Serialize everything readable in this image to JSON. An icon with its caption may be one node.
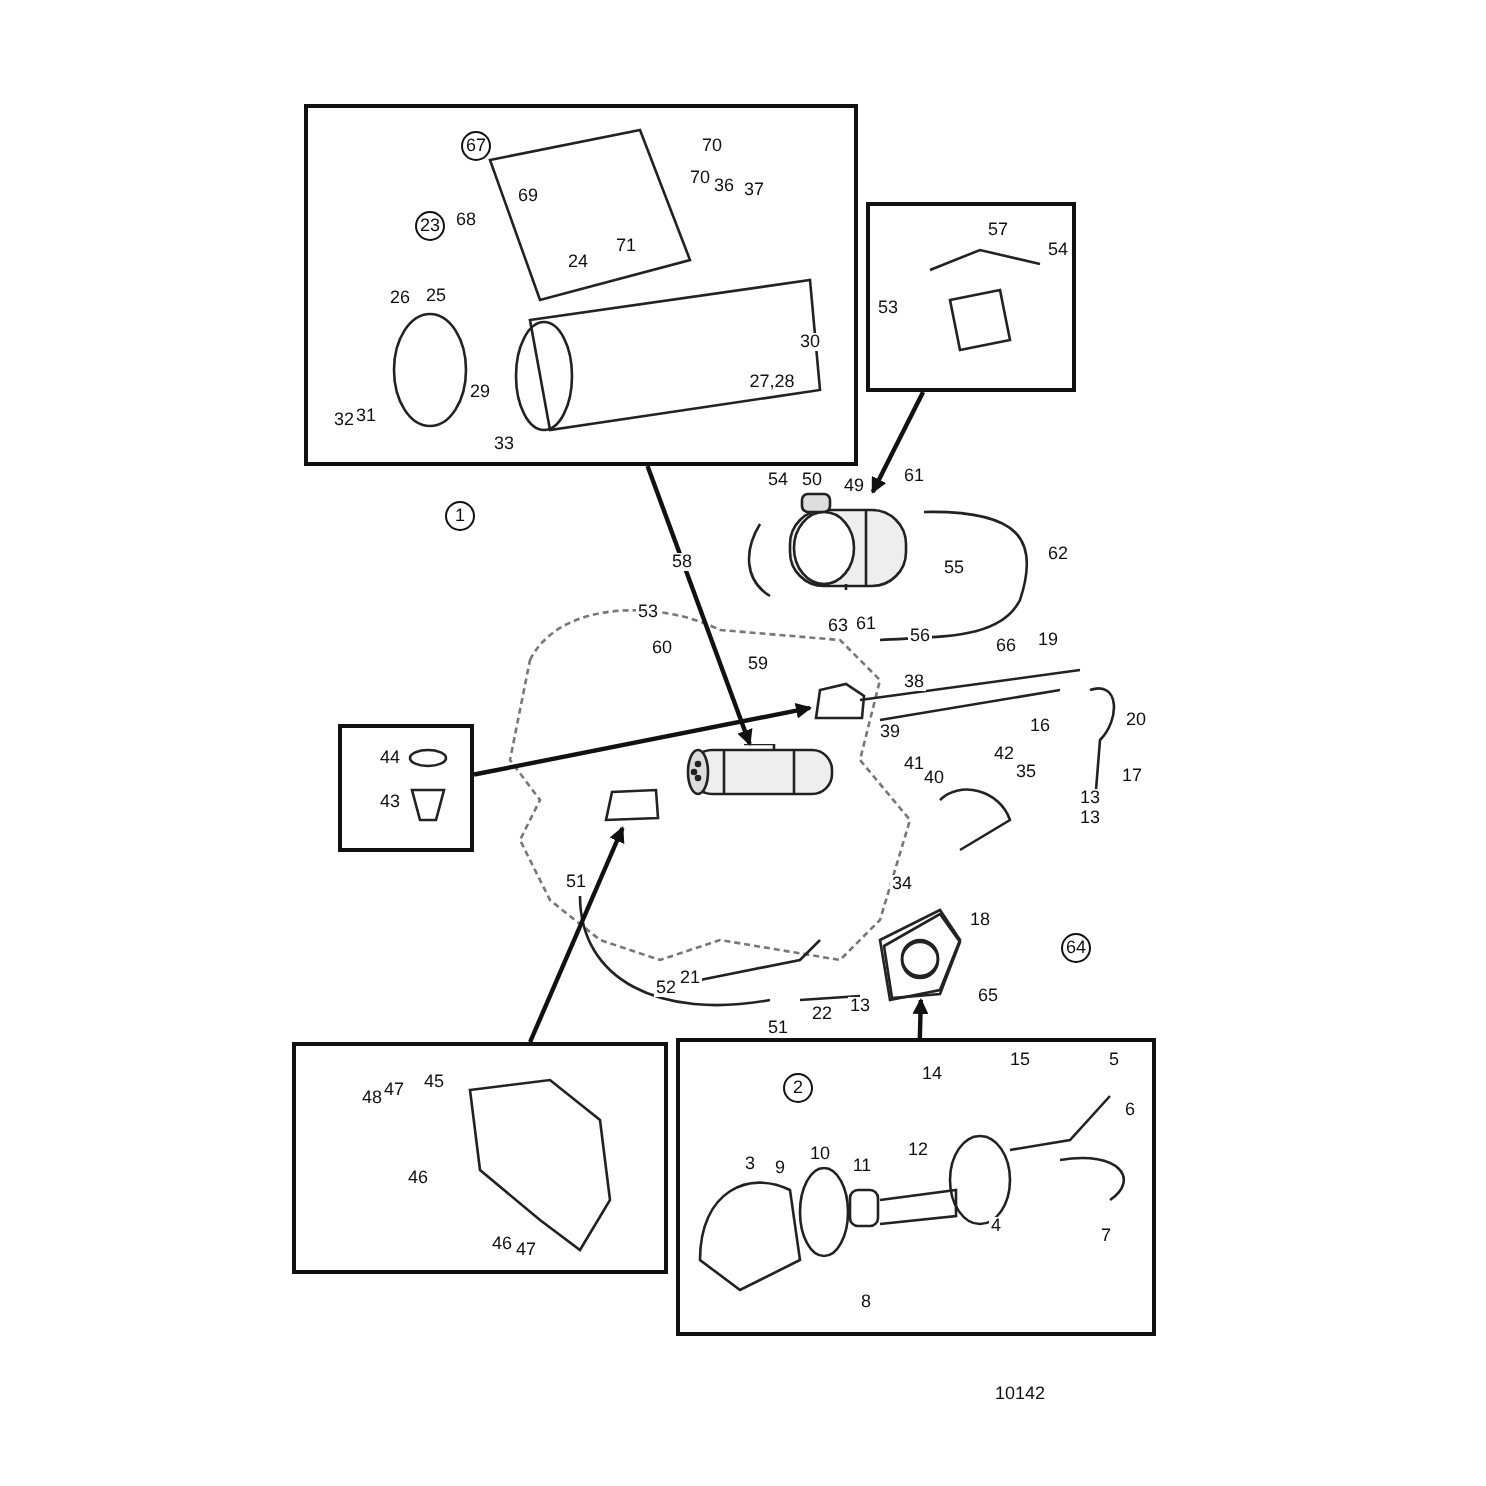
{
  "diagram": {
    "nodes": [
      {
        "text": [],
        "shape": "box"
      },
      {
        "text": [],
        "shape": "box"
      },
      {
        "text": [],
        "shape": "box"
      },
      {
        "text": [],
        "shape": "box"
      },
      {
        "text": [],
        "shape": "box"
      },
      {
        "text": [],
        "shape": "picture"
      },
      {
        "text": [],
        "shape": "picture"
      },
      {
        "text": [],
        "shape": "picture"
      },
      {
        "text": [],
        "shape": "picture"
      },
      {
        "text": [],
        "shape": "picture"
      }
    ],
    "edges": [
      {
        "from": 0,
        "to": 5,
        "arrow": "to"
      },
      {
        "from": 1,
        "to": 6,
        "arrow": "to"
      },
      {
        "from": 2,
        "to": 7,
        "arrow": "to"
      },
      {
        "from": 3,
        "to": 8,
        "arrow": "to"
      },
      {
        "from": 4,
        "to": 9,
        "arrow": "to"
      }
    ],
    "labels": [
      "67",
      "70",
      "70",
      "69",
      "36",
      "37",
      "23",
      "68",
      "71",
      "24",
      "26",
      "25",
      "30",
      "29",
      "32",
      "31",
      "27,28",
      "33",
      "57",
      "54",
      "53",
      "1",
      "54",
      "50",
      "49",
      "61",
      "62",
      "58",
      "55",
      "53",
      "56",
      "60",
      "59",
      "63",
      "61",
      "66",
      "19",
      "38",
      "16",
      "20",
      "39",
      "41",
      "42",
      "40",
      "35",
      "17",
      "13",
      "13",
      "34",
      "18",
      "51",
      "64",
      "21",
      "65",
      "52",
      "51",
      "22",
      "13",
      "44",
      "43",
      "45",
      "48",
      "47",
      "46",
      "46",
      "47",
      "2",
      "15",
      "14",
      "5",
      "6",
      "3",
      "9",
      "10",
      "11",
      "12",
      "4",
      "7",
      "8",
      "10142"
    ]
  }
}
